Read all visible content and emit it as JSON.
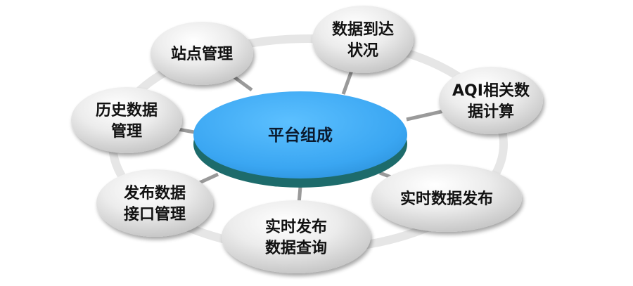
{
  "diagram": {
    "center": {
      "label": "平台组成"
    },
    "nodes": [
      {
        "id": "site-management",
        "lines": [
          "站点管理"
        ]
      },
      {
        "id": "data-arrival-status",
        "lines": [
          "数据到达",
          "状况"
        ]
      },
      {
        "id": "aqi-calculation",
        "lines": [
          "AQI相关数",
          "据计算"
        ]
      },
      {
        "id": "realtime-data-publish",
        "lines": [
          "实时数据发布"
        ]
      },
      {
        "id": "realtime-publish-query",
        "lines": [
          "实时发布",
          "数据查询"
        ]
      },
      {
        "id": "publish-interface-management",
        "lines": [
          "发布数据",
          "接口管理"
        ]
      },
      {
        "id": "history-data-management",
        "lines": [
          "历史数据",
          "管理"
        ]
      }
    ],
    "colors": {
      "center_fill": "#3fa9f5",
      "center_shadow": "#1f6e6e",
      "node_fill": "#e8e8e8",
      "connector": "#9a9a9a",
      "ring": "#ededed"
    }
  }
}
